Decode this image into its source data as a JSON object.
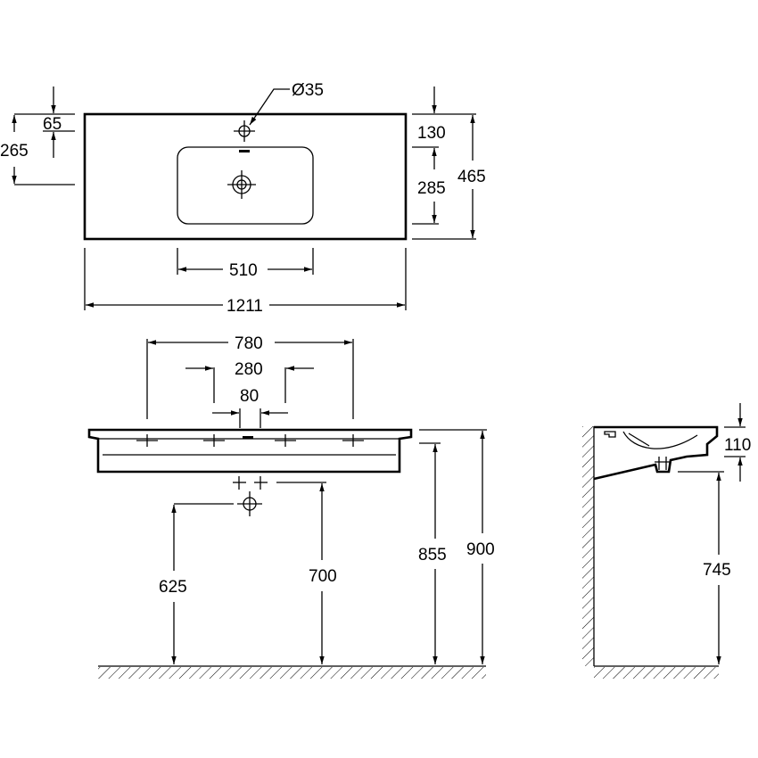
{
  "top_view": {
    "tap_hole_diameter": "Ø35",
    "tap_offset": "65",
    "drain_offset": "265",
    "rear_to_basin": "130",
    "basin_depth": "285",
    "total_depth": "465",
    "basin_width": "510",
    "total_width": "1211"
  },
  "front_view": {
    "fixing_span_outer": "780",
    "fixing_span_inner": "280",
    "overflow_width": "80",
    "supply_height": "625",
    "waste_height": "700",
    "underside_height": "855",
    "top_height": "900"
  },
  "side_view": {
    "bowl_depth": "110",
    "underside_height": "745"
  }
}
